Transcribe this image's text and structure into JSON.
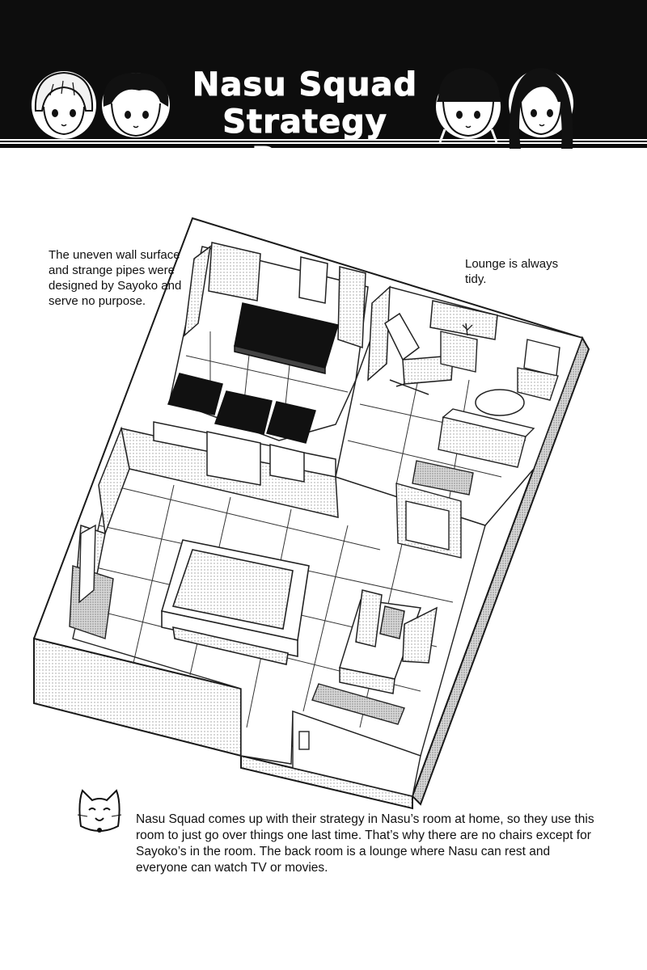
{
  "page": {
    "title_line1": "Nasu Squad",
    "title_line2": "Strategy Room"
  },
  "captions": {
    "wall_note": "The uneven wall surface and strange pipes were designed by Sayoko and serve no purpose.",
    "lounge_note": "Lounge is always tidy."
  },
  "footer_note": "Nasu Squad comes up with their strategy in Nasu’s room at home, so they use this room to just go over things one last time. That’s why there are no chairs except for Sayoko’s in the room. The back room is a lounge where Nasu can rest and everyone can watch TV or movies.",
  "icons": {
    "characters": [
      "character-blonde-face-icon",
      "character-dark-hair-face-icon",
      "character-cap-face-icon",
      "character-long-hair-face-icon"
    ],
    "mascot": "cat-mascot-icon"
  },
  "colors": {
    "header": "#0d0d0d",
    "floor_line": "#222222",
    "wall_shade": "#e6e6e6"
  }
}
